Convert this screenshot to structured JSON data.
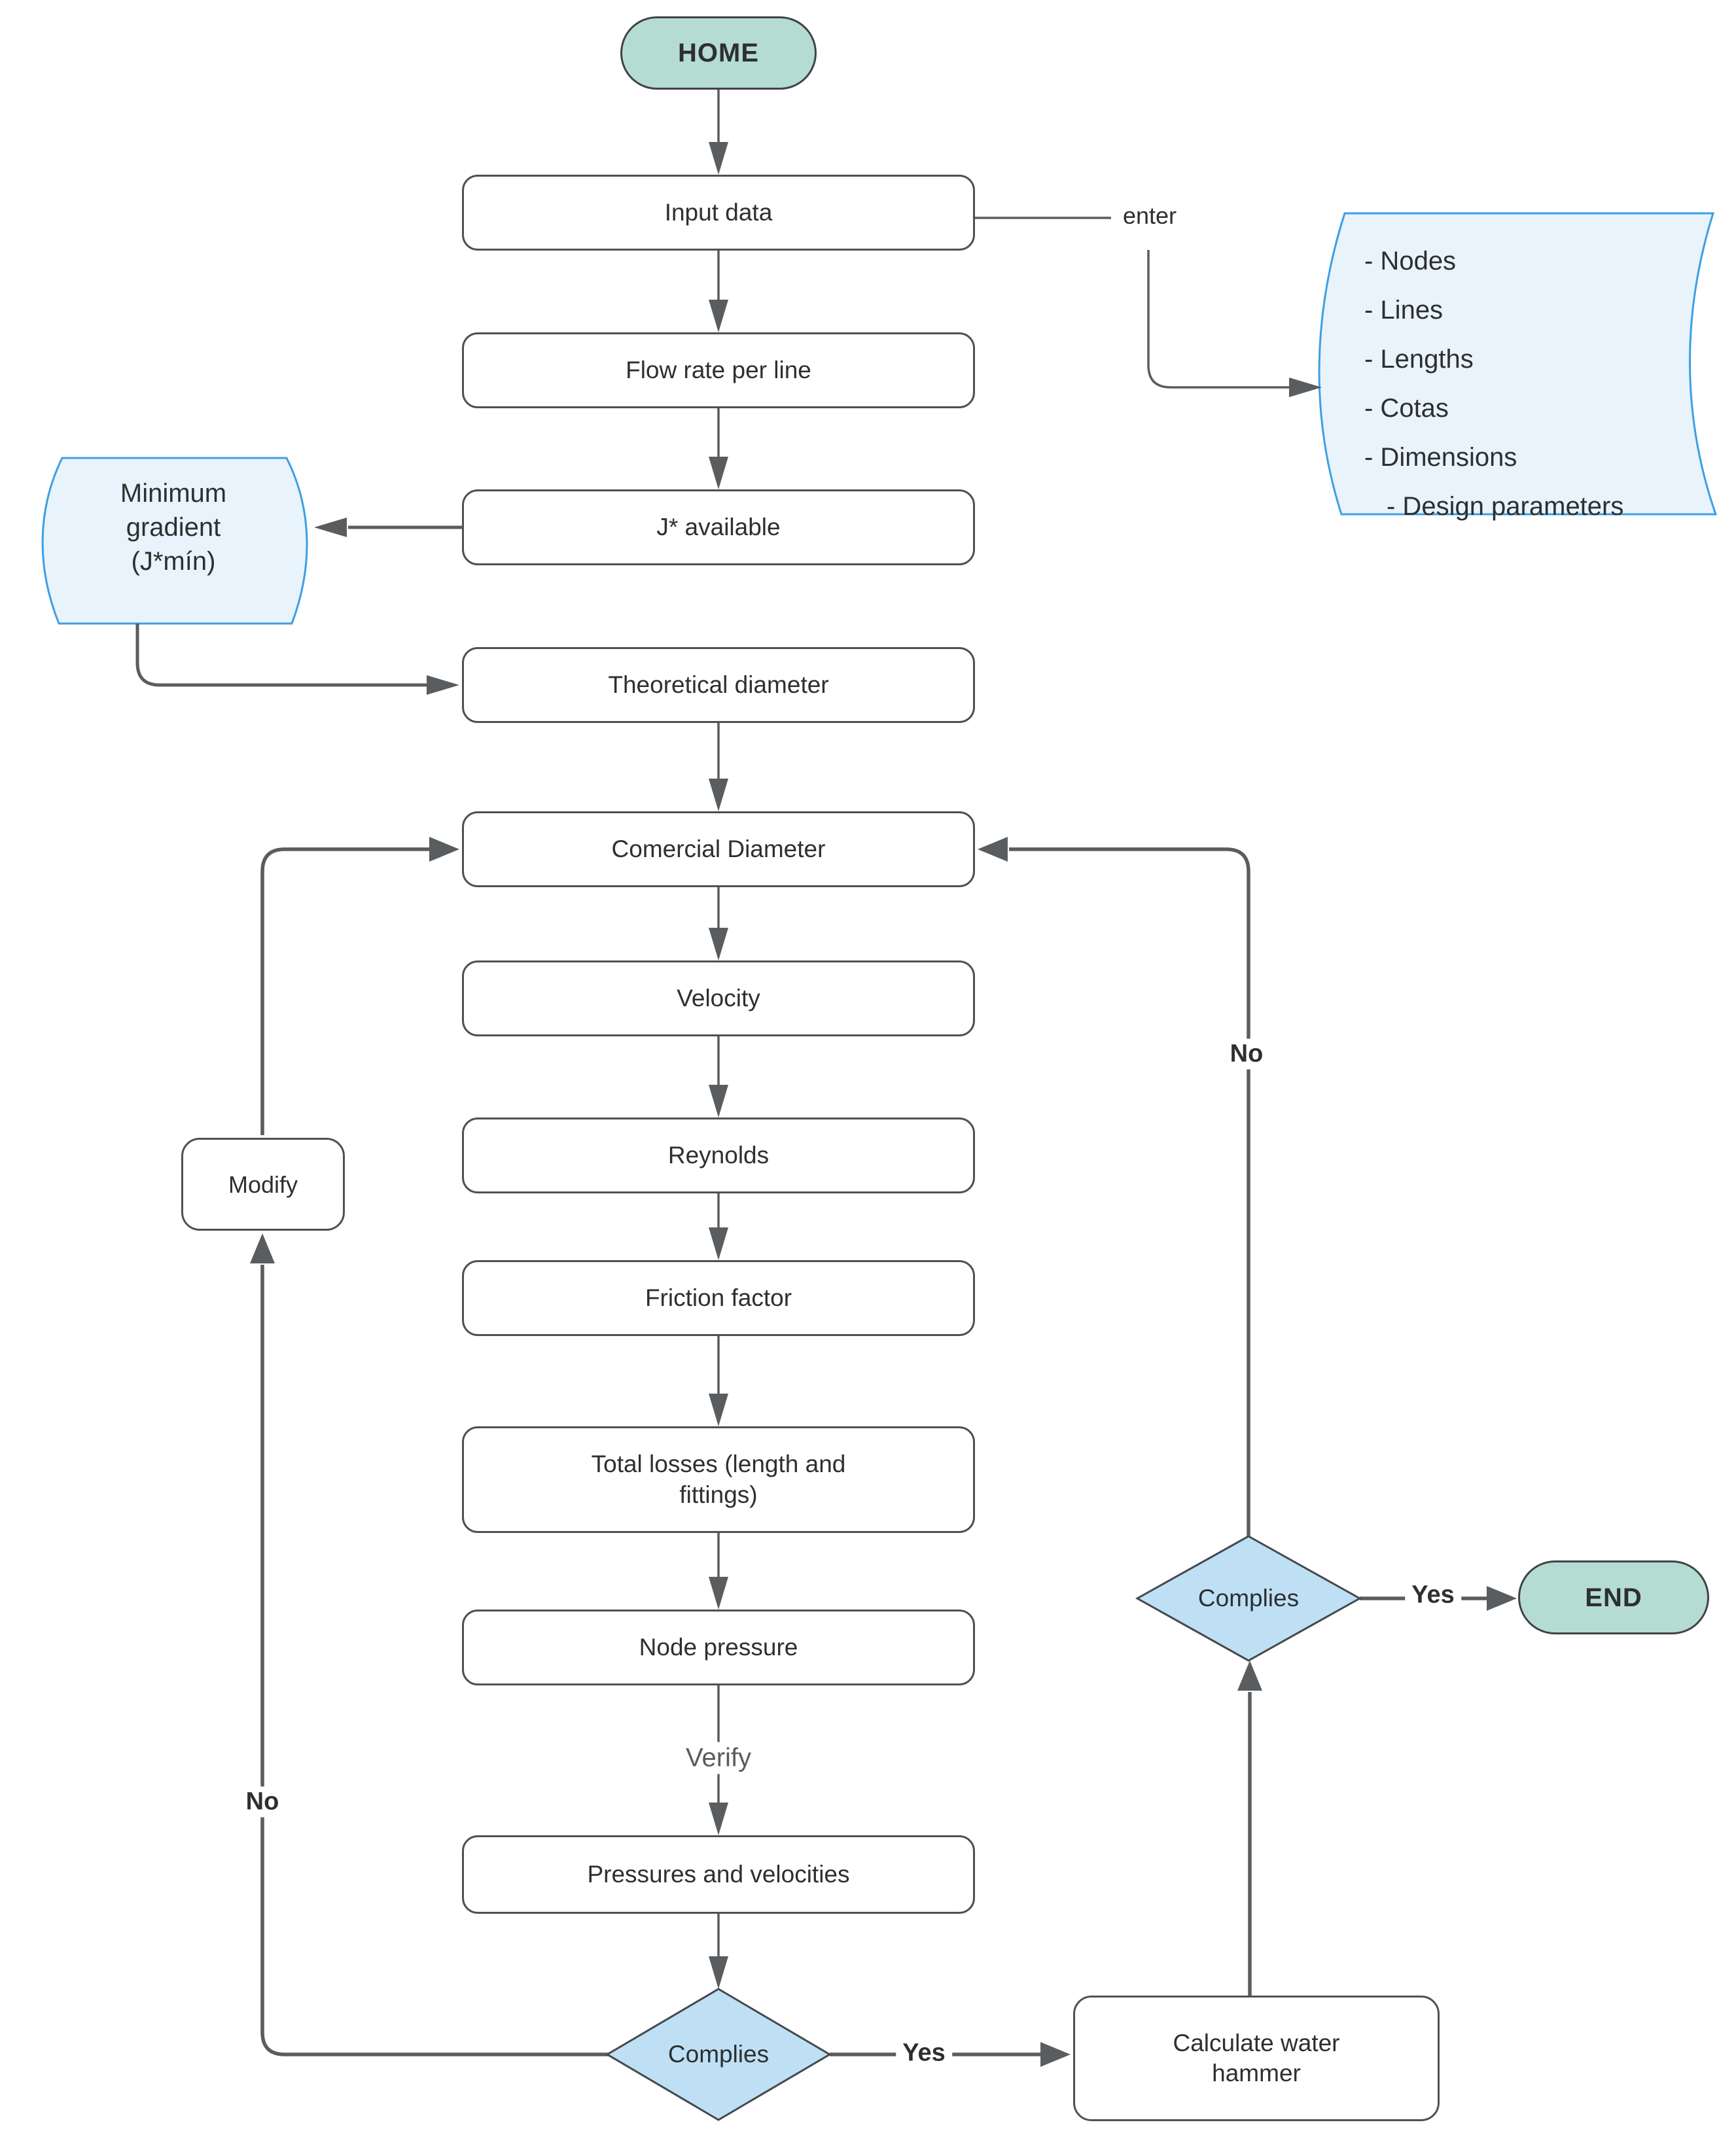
{
  "nodes": {
    "home": {
      "label": "HOME"
    },
    "input_data": {
      "label": "Input data"
    },
    "flow_rate": {
      "label": "Flow rate per line"
    },
    "j_available": {
      "label": "J* available"
    },
    "minimum_gradient": {
      "line1": "Minimum",
      "line2": "gradient",
      "line3": "(J*mín)"
    },
    "data_document": {
      "items": [
        "- Nodes",
        "- Lines",
        "- Lengths",
        "- Cotas",
        "- Dimensions",
        "- Design parameters"
      ]
    },
    "theoretical_diameter": {
      "label": "Theoretical diameter"
    },
    "comercial_diameter": {
      "label": "Comercial Diameter"
    },
    "velocity": {
      "label": "Velocity"
    },
    "reynolds": {
      "label": "Reynolds"
    },
    "friction_factor": {
      "label": "Friction factor"
    },
    "total_losses": {
      "label": "Total losses (length and fittings)"
    },
    "node_pressure": {
      "label": "Node pressure"
    },
    "pressures_velocities": {
      "label": "Pressures and velocities"
    },
    "complies_bottom": {
      "label": "Complies"
    },
    "complies_right": {
      "label": "Complies"
    },
    "calculate_water_hammer": {
      "label": "Calculate water hammer"
    },
    "modify": {
      "label": "Modify"
    },
    "end": {
      "label": "END"
    }
  },
  "edge_labels": {
    "enter": "enter",
    "verify": "Verify",
    "yes_bottom": "Yes",
    "yes_right": "Yes",
    "no_left": "No",
    "no_right": "No"
  },
  "colors": {
    "terminal_fill": "#b5dcd3",
    "decision_fill": "#bfe0f4",
    "document_fill": "#e8f3fb",
    "document_stroke": "#3d9fe3",
    "process_fill": "#ffffff",
    "connector": "#5a5d60",
    "text": "#2d2f31"
  }
}
